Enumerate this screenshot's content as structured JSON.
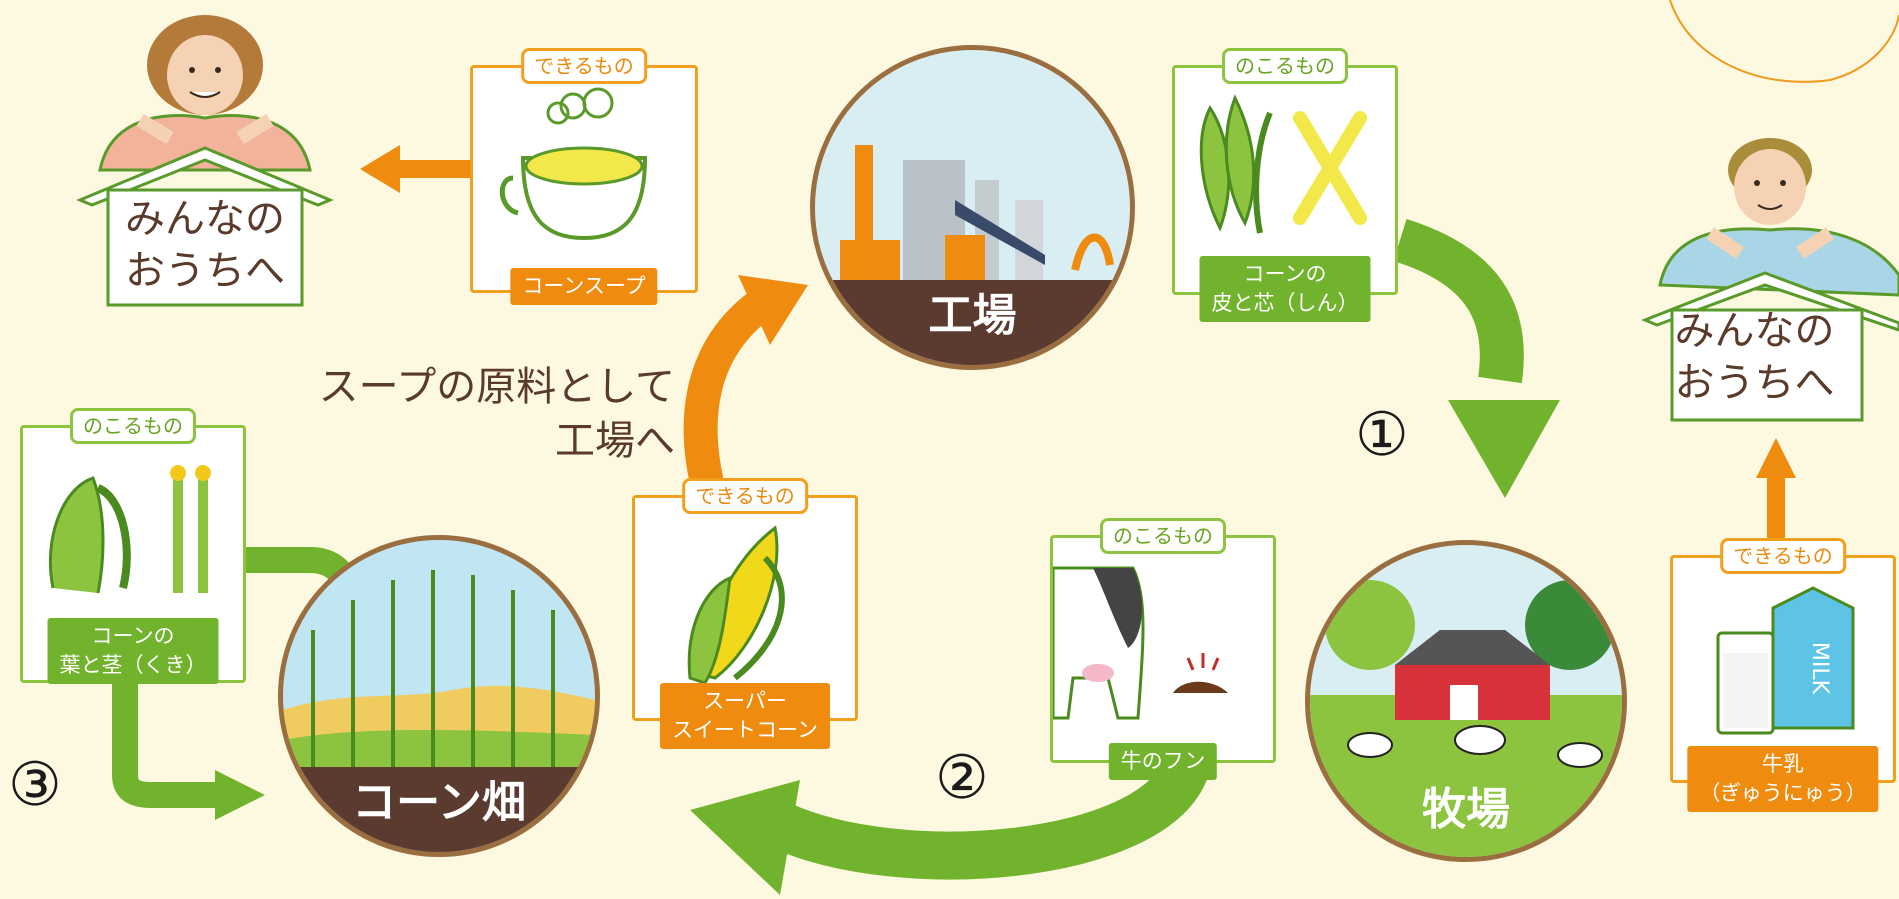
{
  "houses": {
    "left": "みんなの\nおうちへ",
    "right": "みんなの\nおうちへ"
  },
  "cards": {
    "soup": {
      "tag": "できるもの",
      "caption": "コーンスープ"
    },
    "husk": {
      "tag": "のこるもの",
      "caption_line1": "コーンの",
      "caption_line2": "皮と芯（しん）"
    },
    "stalk": {
      "tag": "のこるもの",
      "caption_line1": "コーンの",
      "caption_line2": "葉と茎（くき）"
    },
    "corn": {
      "tag": "できるもの",
      "caption_line1": "スーパー",
      "caption_line2": "スイートコーン"
    },
    "manure": {
      "tag": "のこるもの",
      "caption": "牛のフン"
    },
    "milk": {
      "tag": "できるもの",
      "caption_line1": "牛乳",
      "caption_line2": "（ぎゅうにゅう）",
      "carton_text": "MILK"
    }
  },
  "places": {
    "factory": "工場",
    "farm": "牧場",
    "field": "コーン畑"
  },
  "route_text": {
    "line1": "スープの原料として",
    "line2": "工場へ"
  },
  "steps": {
    "one": "①",
    "two": "②",
    "three": "③"
  },
  "colors": {
    "green": "#72b32e",
    "orange": "#ef8c10",
    "background": "#fcf9e0",
    "text_brown": "#5a3a2a"
  }
}
